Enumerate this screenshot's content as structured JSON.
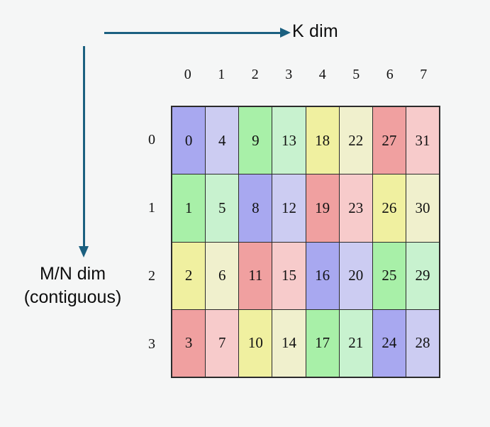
{
  "background_color": "#f5f6f6",
  "arrow_color": "#1b6080",
  "grid_border_color": "#2b2b2b",
  "axes": {
    "horizontal": {
      "label": "K dim",
      "icon": "arrow-right-icon"
    },
    "vertical": {
      "label_line1": "M/N dim",
      "label_line2": "(contiguous)",
      "icon": "arrow-down-icon"
    }
  },
  "column_headers": [
    "0",
    "1",
    "2",
    "3",
    "4",
    "5",
    "6",
    "7"
  ],
  "row_headers": [
    "0",
    "1",
    "2",
    "3"
  ],
  "palette": {
    "purple_dark": "#a8a8f0",
    "purple_light": "#ccccf2",
    "green_dark": "#a8f0a8",
    "green_light": "#c8f2cf",
    "yellow_dark": "#f0f0a0",
    "yellow_light": "#f0f0cd",
    "red_dark": "#f0a0a0",
    "red_light": "#f7cbcb"
  },
  "chart_data": {
    "type": "heatmap",
    "title": "",
    "xlabel": "K dim",
    "ylabel": "M/N dim (contiguous)",
    "x": [
      "0",
      "1",
      "2",
      "3",
      "4",
      "5",
      "6",
      "7"
    ],
    "y": [
      "0",
      "1",
      "2",
      "3"
    ],
    "rows": [
      {
        "row_label": "0",
        "cells": [
          {
            "value": "0",
            "color": "#a8a8f0"
          },
          {
            "value": "4",
            "color": "#ccccf2"
          },
          {
            "value": "9",
            "color": "#a8f0a8"
          },
          {
            "value": "13",
            "color": "#c8f2cf"
          },
          {
            "value": "18",
            "color": "#f0f0a0"
          },
          {
            "value": "22",
            "color": "#f0f0cd"
          },
          {
            "value": "27",
            "color": "#f0a0a0"
          },
          {
            "value": "31",
            "color": "#f7cbcb"
          }
        ]
      },
      {
        "row_label": "1",
        "cells": [
          {
            "value": "1",
            "color": "#a8f0a8"
          },
          {
            "value": "5",
            "color": "#c8f2cf"
          },
          {
            "value": "8",
            "color": "#a8a8f0"
          },
          {
            "value": "12",
            "color": "#ccccf2"
          },
          {
            "value": "19",
            "color": "#f0a0a0"
          },
          {
            "value": "23",
            "color": "#f7cbcb"
          },
          {
            "value": "26",
            "color": "#f0f0a0"
          },
          {
            "value": "30",
            "color": "#f0f0cd"
          }
        ]
      },
      {
        "row_label": "2",
        "cells": [
          {
            "value": "2",
            "color": "#f0f0a0"
          },
          {
            "value": "6",
            "color": "#f0f0cd"
          },
          {
            "value": "11",
            "color": "#f0a0a0"
          },
          {
            "value": "15",
            "color": "#f7cbcb"
          },
          {
            "value": "16",
            "color": "#a8a8f0"
          },
          {
            "value": "20",
            "color": "#ccccf2"
          },
          {
            "value": "25",
            "color": "#a8f0a8"
          },
          {
            "value": "29",
            "color": "#c8f2cf"
          }
        ]
      },
      {
        "row_label": "3",
        "cells": [
          {
            "value": "3",
            "color": "#f0a0a0"
          },
          {
            "value": "7",
            "color": "#f7cbcb"
          },
          {
            "value": "10",
            "color": "#f0f0a0"
          },
          {
            "value": "14",
            "color": "#f0f0cd"
          },
          {
            "value": "17",
            "color": "#a8f0a8"
          },
          {
            "value": "21",
            "color": "#c8f2cf"
          },
          {
            "value": "24",
            "color": "#a8a8f0"
          },
          {
            "value": "28",
            "color": "#ccccf2"
          }
        ]
      }
    ],
    "grid": true,
    "legend": "none"
  }
}
